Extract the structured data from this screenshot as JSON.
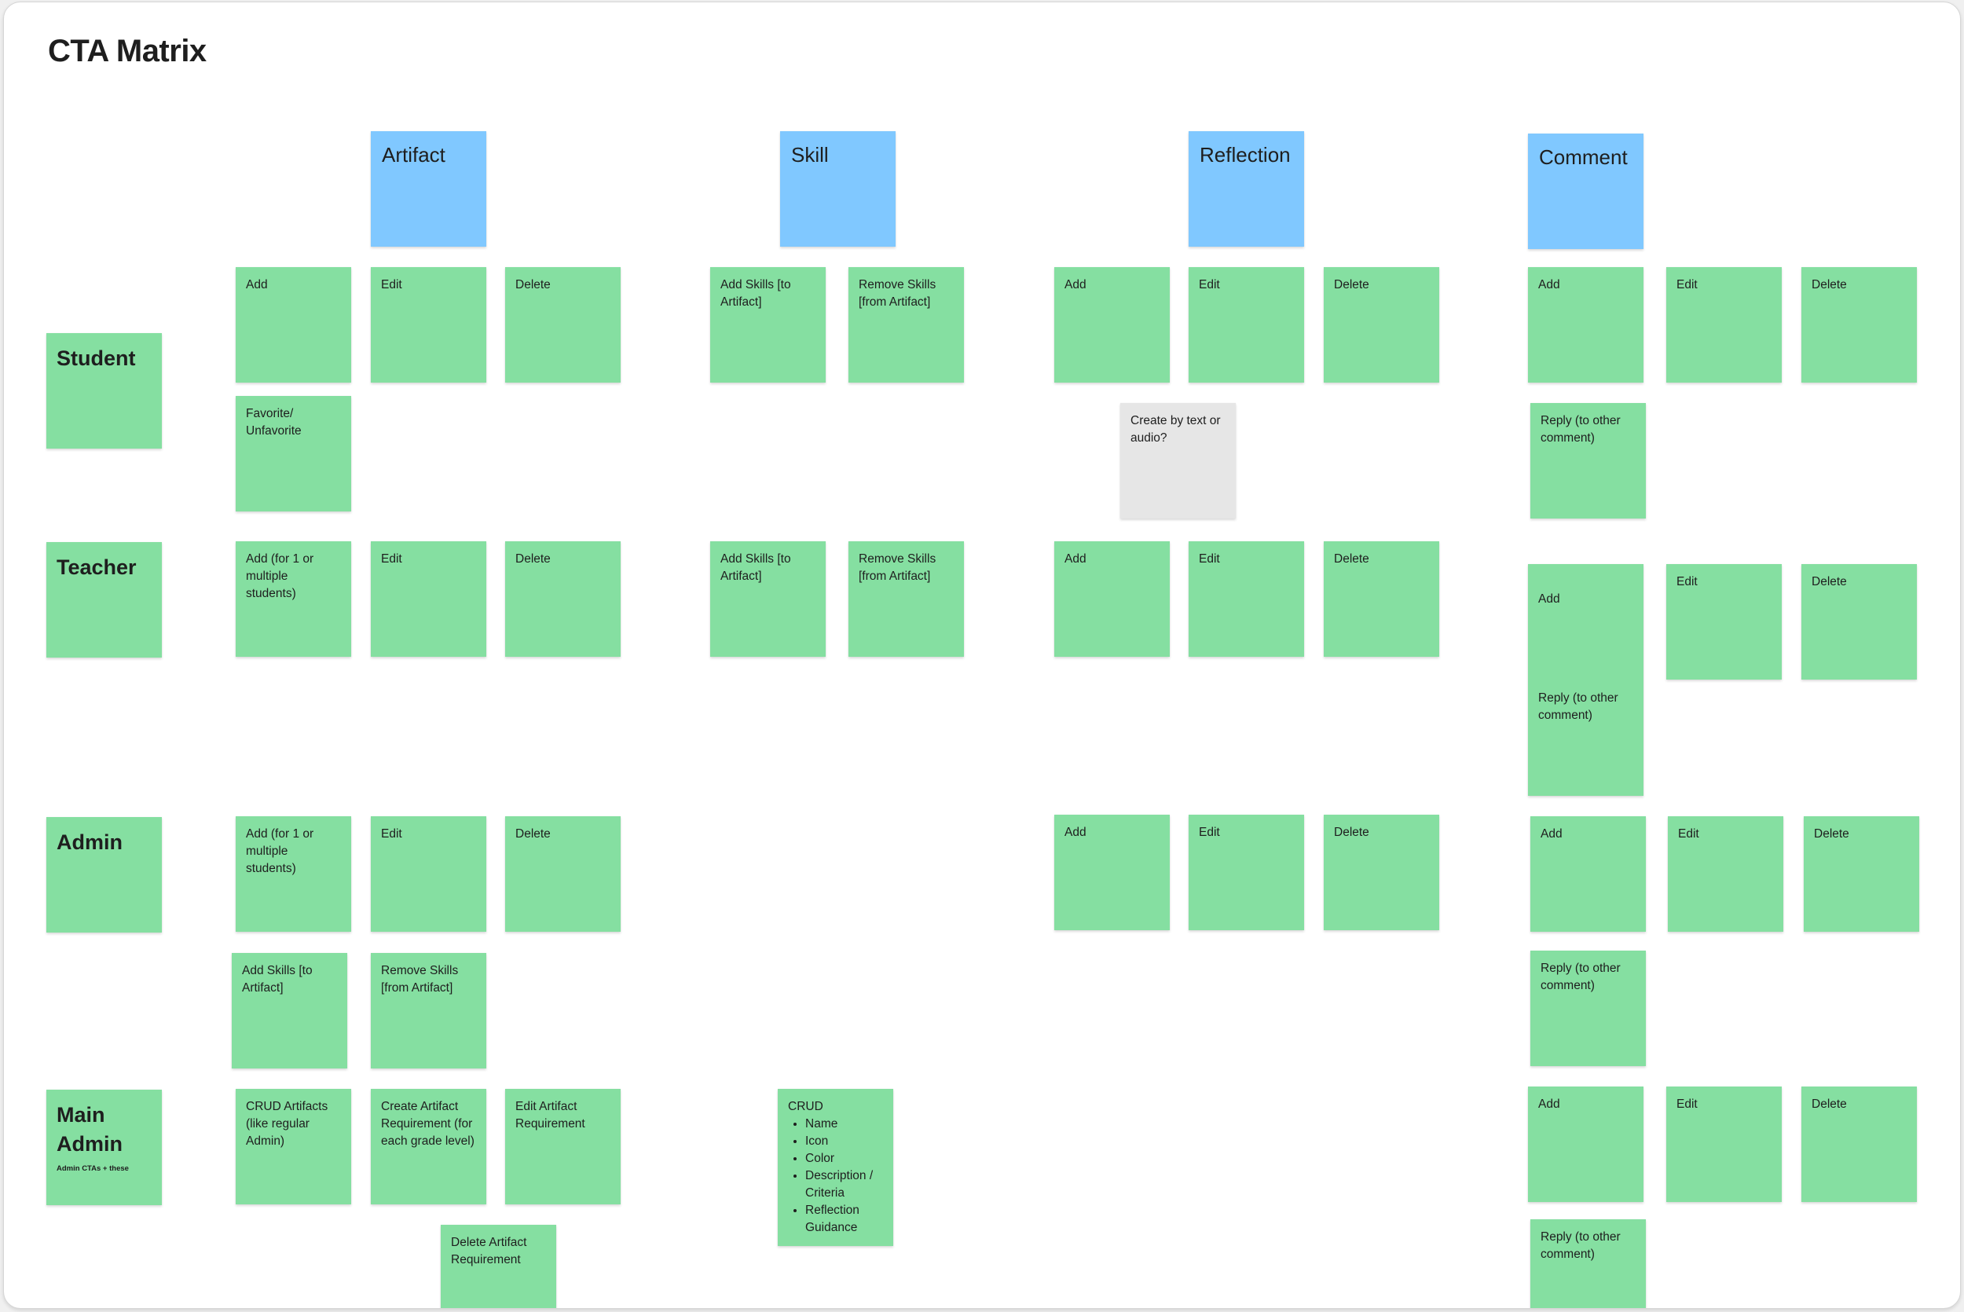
{
  "title": "CTA Matrix",
  "colors": {
    "blue": "#80c8ff",
    "green": "#85dfa1",
    "gray": "#e6e6e6"
  },
  "headers": {
    "artifact": "Artifact",
    "skill": "Skill",
    "reflection": "Reflection",
    "comment": "Comment"
  },
  "roles": {
    "student": "Student",
    "teacher": "Teacher",
    "admin": "Admin",
    "main_admin": "Main Admin",
    "main_admin_sub": "Admin CTAs + these"
  },
  "student": {
    "artifact_add": "Add",
    "artifact_edit": "Edit",
    "artifact_delete": "Delete",
    "artifact_favorite": "Favorite/\nUnfavorite",
    "skill_add": "Add Skills [to Artifact]",
    "skill_remove": "Remove Skills [from Artifact]",
    "reflection_add": "Add",
    "reflection_edit": "Edit",
    "reflection_delete": "Delete",
    "reflection_question": "Create by text or audio?",
    "comment_add": "Add",
    "comment_edit": "Edit",
    "comment_delete": "Delete",
    "comment_reply": "Reply (to other comment)"
  },
  "teacher": {
    "artifact_add": "Add (for 1 or multiple students)",
    "artifact_edit": "Edit",
    "artifact_delete": "Delete",
    "skill_add": "Add Skills [to Artifact]",
    "skill_remove": "Remove Skills [from Artifact]",
    "reflection_add": "Add",
    "reflection_edit": "Edit",
    "reflection_delete": "Delete",
    "comment_add": "Add",
    "comment_reply": "Reply (to other comment)",
    "comment_edit": "Edit",
    "comment_delete": "Delete"
  },
  "admin": {
    "artifact_add": "Add (for 1 or multiple students)",
    "artifact_edit": "Edit",
    "artifact_delete": "Delete",
    "skill_add": "Add Skills [to Artifact]",
    "skill_remove": "Remove Skills [from Artifact]",
    "reflection_add": "Add",
    "reflection_edit": "Edit",
    "reflection_delete": "Delete",
    "comment_add": "Add",
    "comment_edit": "Edit",
    "comment_delete": "Delete",
    "comment_reply": "Reply (to other comment)"
  },
  "main_admin": {
    "artifact_crud": "CRUD Artifacts (like regular Admin)",
    "artifact_create_req": "Create Artifact Requirement (for each grade level)",
    "artifact_edit_req": "Edit Artifact Requirement",
    "artifact_delete_req": "Delete Artifact Requirement",
    "skill_crud_title": "CRUD",
    "skill_crud_items": [
      "Name",
      "Icon",
      "Color",
      "Description / Criteria",
      "Reflection Guidance"
    ],
    "comment_add": "Add",
    "comment_edit": "Edit",
    "comment_delete": "Delete",
    "comment_reply": "Reply (to other comment)"
  }
}
